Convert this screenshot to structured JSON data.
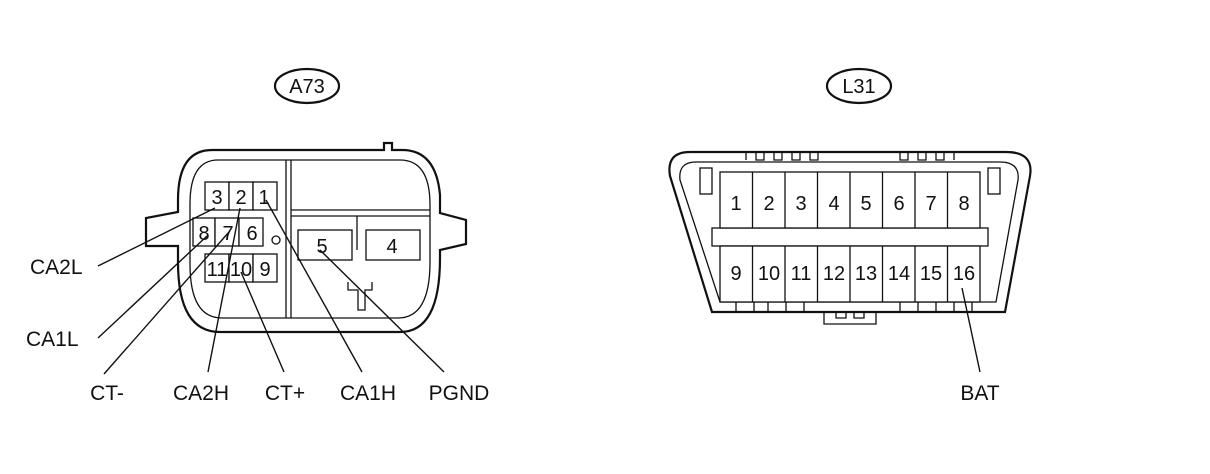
{
  "a73": {
    "tag": "A73",
    "pins": {
      "p1": "1",
      "p2": "2",
      "p3": "3",
      "p4": "4",
      "p5": "5",
      "p6": "6",
      "p7": "7",
      "p8": "8",
      "p9": "9",
      "p10": "10",
      "p11": "11"
    },
    "labels": {
      "ca2l": "CA2L",
      "ca1l": "CA1L",
      "ct_minus": "CT-",
      "ca2h": "CA2H",
      "ct_plus": "CT+",
      "ca1h": "CA1H",
      "pgnd": "PGND"
    }
  },
  "l31": {
    "tag": "L31",
    "pins": [
      "1",
      "2",
      "3",
      "4",
      "5",
      "6",
      "7",
      "8",
      "9",
      "10",
      "11",
      "12",
      "13",
      "14",
      "15",
      "16"
    ],
    "labels": {
      "bat": "BAT"
    }
  }
}
